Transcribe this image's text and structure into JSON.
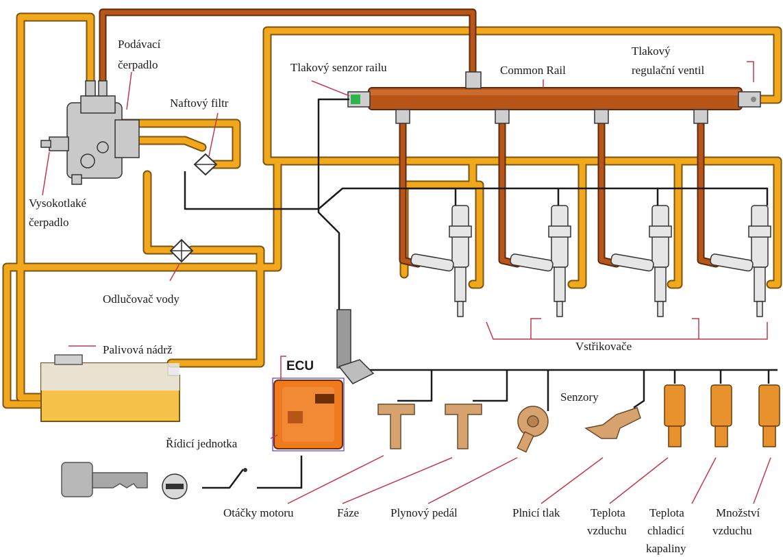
{
  "colors": {
    "low_pressure_line": "#f2a81d",
    "high_pressure_line": "#b8561a",
    "leader_line": "#c0394b",
    "wire": "#1a1a1a",
    "tank_fill": "#f7c24a",
    "ecu_body": "#f07a1e",
    "sensor_body": "#d6a26e"
  },
  "labels": {
    "supply_pump": [
      "Podávací",
      "čerpadlo"
    ],
    "fuel_filter": "Naftový filtr",
    "high_pressure_pump": [
      "Vysokotlaké",
      "čerpadlo"
    ],
    "water_separator": "Odlučovač vody",
    "fuel_tank": "Palivová nádrž",
    "ecu_title": "ECU",
    "control_unit": "Řídicí jednotka",
    "rail_pressure_sensor": "Tlakový senzor railu",
    "common_rail": "Common Rail",
    "pressure_valve": [
      "Tlakový",
      "regulační ventil"
    ],
    "injectors": "Vstřikovače",
    "sensors": "Senzory",
    "engine_speed": "Otáčky motoru",
    "phase": "Fáze",
    "throttle_pedal": "Plynový pedál",
    "boost_pressure": "Plnicí tlak",
    "air_temperature": [
      "Teplota",
      "vzduchu"
    ],
    "coolant_temperature": [
      "Teplota",
      "chladicí",
      "kapaliny"
    ],
    "air_mass": [
      "Množství",
      "vzduchu"
    ]
  },
  "icons": [
    "ignition-key-icon",
    "ignition-switch-icon",
    "injector-icon",
    "sensor-icon",
    "pump-icon",
    "filter-icon"
  ]
}
